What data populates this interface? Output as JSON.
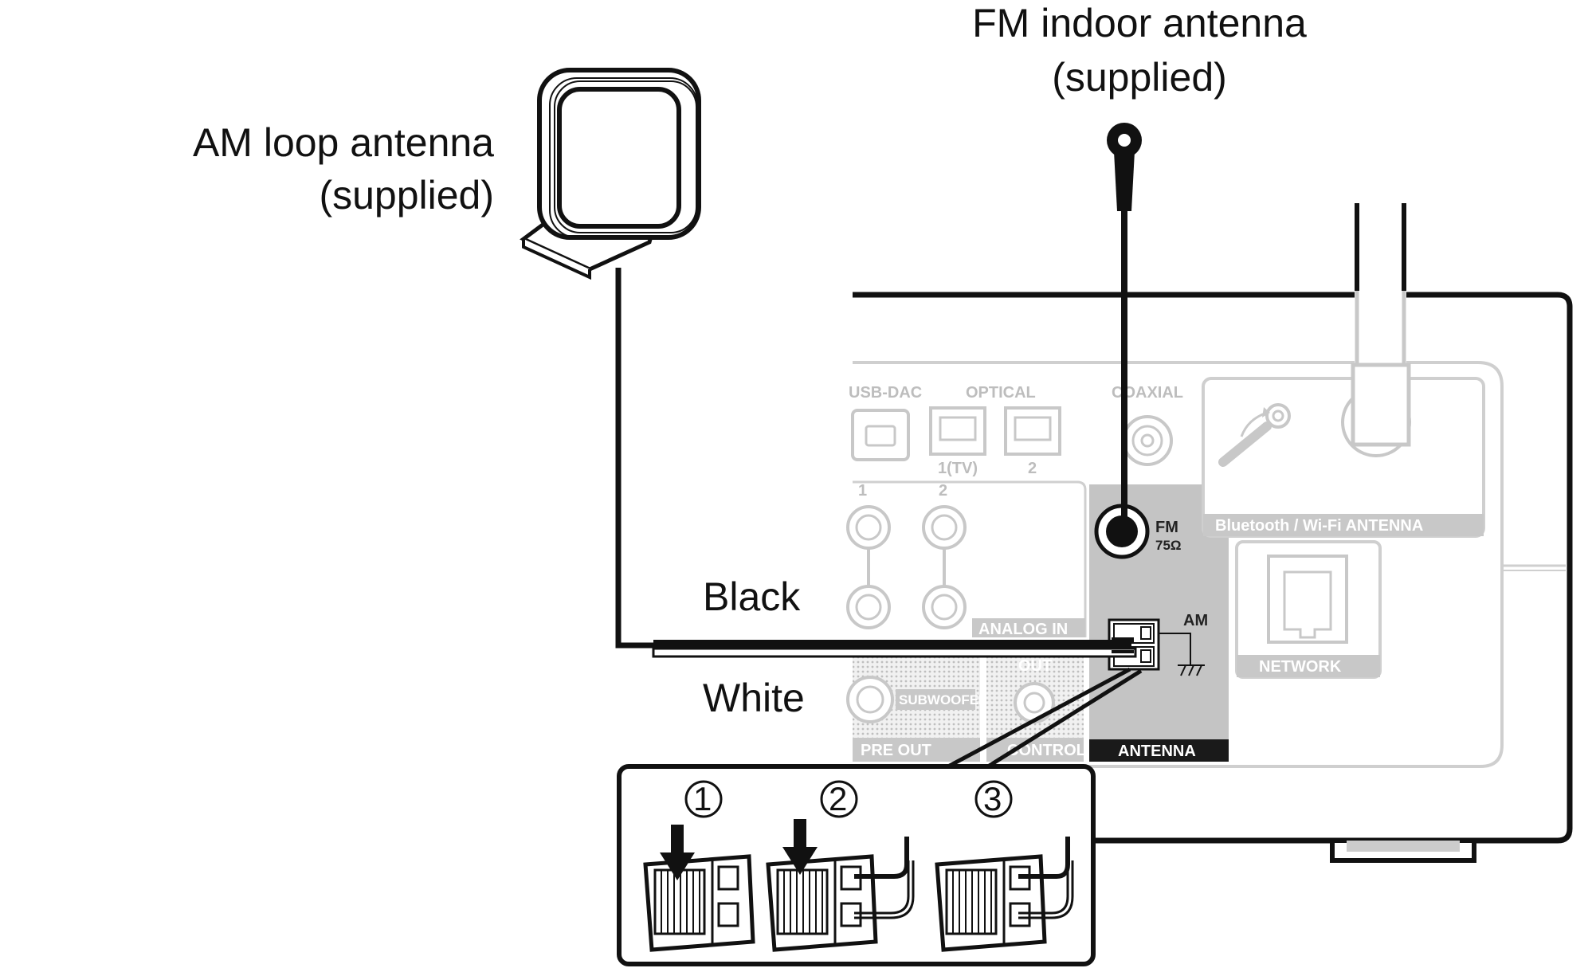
{
  "labels": {
    "am_antenna_line1": "AM loop antenna",
    "am_antenna_line2": "(supplied)",
    "fm_antenna_line1": "FM indoor antenna",
    "fm_antenna_line2": "(supplied)",
    "wire_black": "Black",
    "wire_white": "White"
  },
  "panel": {
    "usb_dac": "USB-DAC",
    "optical": "OPTICAL",
    "optical_1": "1(TV)",
    "optical_2": "2",
    "coaxial": "COAXIAL",
    "analog_1": "1",
    "analog_2": "2",
    "analog_in": "ANALOG IN",
    "subwoofer": "SUBWOOFER",
    "pre_out": "PRE OUT",
    "out": "OUT",
    "control": "CONTROL",
    "fm": "FM",
    "fm_ohm": "75Ω",
    "am": "AM",
    "antenna": "ANTENNA",
    "bluetooth_wifi": "Bluetooth / Wi-Fi ANTENNA",
    "network": "NETWORK"
  },
  "steps": [
    "①",
    "②",
    "③"
  ],
  "colors": {
    "ink": "#111111",
    "panel_gray": "#c8c8c8",
    "panel_line": "#d0d0d0",
    "antenna_box": "#c4c4c4",
    "label_bar": "#1a1a1a"
  }
}
